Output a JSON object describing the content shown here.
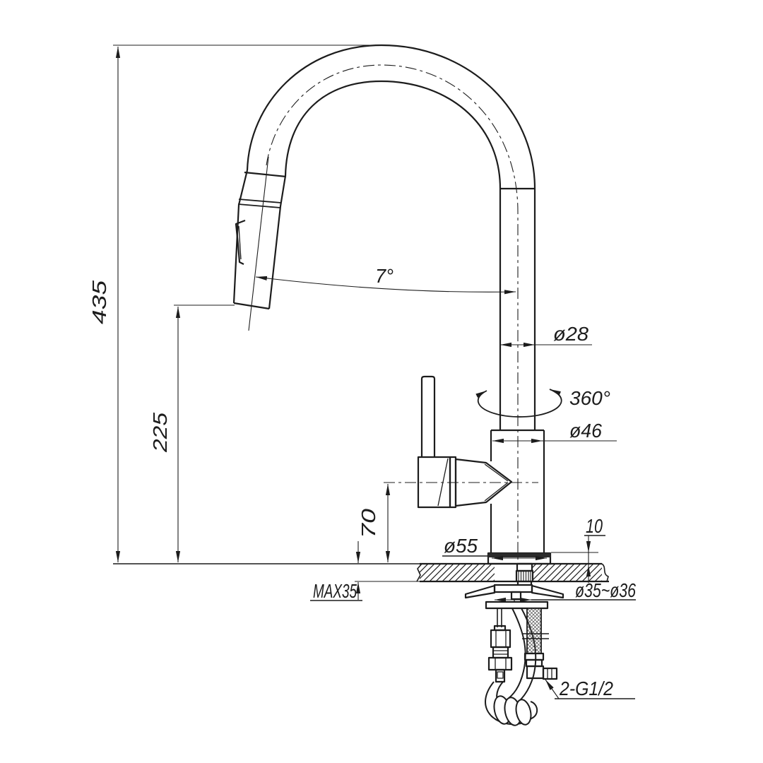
{
  "drawing": {
    "type": "faucet-technical-drawing",
    "background": "#ffffff",
    "line_color": "#1c1c1c",
    "dims": {
      "overall_height": "435",
      "spout_height": "225",
      "handle_center_height": "70",
      "spout_tilt_angle": "7°",
      "spout_pipe_diameter": "ø28",
      "swivel_angle": "360°",
      "body_diameter": "ø46",
      "base_diameter": "ø55",
      "base_plate_height": "10",
      "max_counter_thickness": "MAX35",
      "mounting_hole_diameter": "ø35~ø36",
      "hose_thread_spec": "2-G1/2"
    }
  }
}
